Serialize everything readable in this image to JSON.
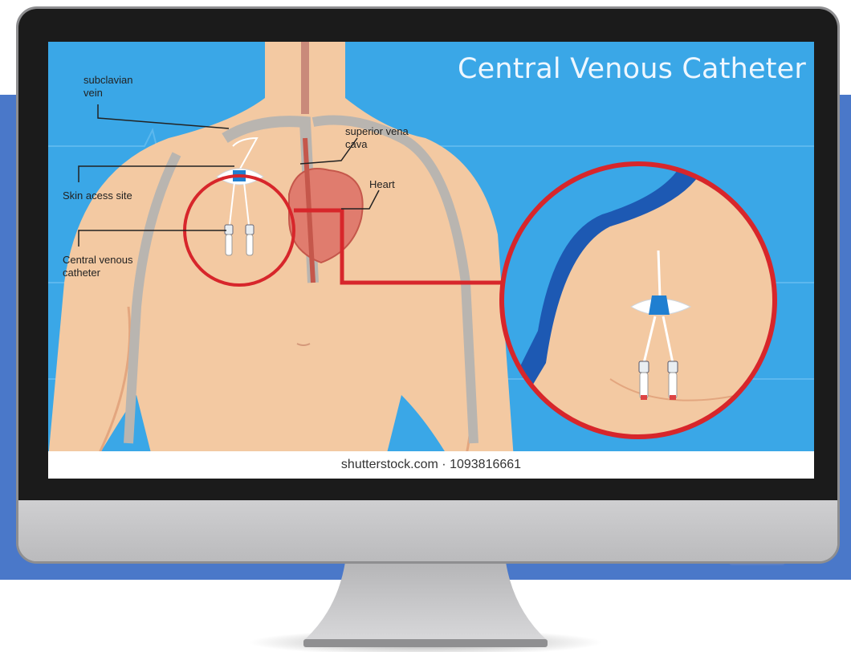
{
  "diagram": {
    "title": "Central Venous Catheter",
    "labels": {
      "subclavian_vein": "subclavian\nvein",
      "superior_vena_cava": "superior vena\ncava",
      "heart": "Heart",
      "skin_access_site": "Skin acess site",
      "central_venous_catheter": "Central venous\ncatheter"
    },
    "watermark": "shutterstock.com · 1093816661"
  },
  "colors": {
    "backdrop": "#4a78c9",
    "screen_bg": "#3aa7e7",
    "skin": "#f3c9a2",
    "highlight_ring": "#d7262b",
    "vessel": "#b9b5b0",
    "catheter_hub": "#1f7fd1"
  }
}
